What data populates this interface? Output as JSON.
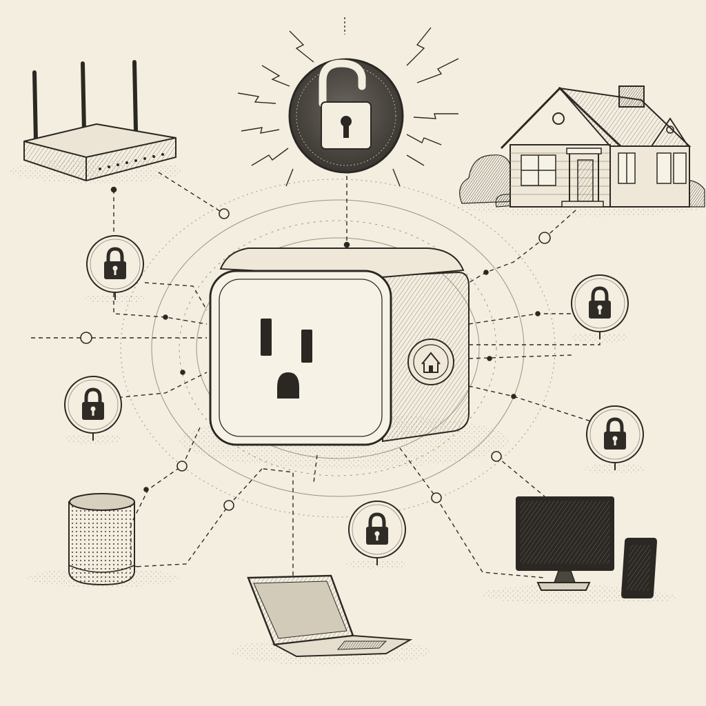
{
  "colors": {
    "paper": "#f4eee0",
    "ink": "#2b2823",
    "ink_mid": "#5a544b",
    "ink_light": "#8d877c",
    "shadow": "#cfc6b2",
    "lock_fill": "#2f2c28",
    "unlocked_disc": "#4a4640",
    "device_face": "#f7f2e6"
  },
  "nodes": {
    "hub": {
      "name": "smart-plug",
      "icon": "home-icon"
    },
    "unlocked": {
      "name": "unlocked-padlock",
      "icon": "open-lock-icon",
      "state": "compromised"
    },
    "devices": [
      {
        "name": "wifi-router",
        "icon": "router-icon"
      },
      {
        "name": "house",
        "icon": "house-icon"
      },
      {
        "name": "smart-speaker",
        "icon": "speaker-icon"
      },
      {
        "name": "laptop",
        "icon": "laptop-icon"
      },
      {
        "name": "desktop-monitor",
        "icon": "monitor-icon"
      },
      {
        "name": "smartphone",
        "icon": "phone-icon"
      }
    ],
    "locks": [
      {
        "name": "lock-left-upper",
        "icon": "lock-icon",
        "state": "locked"
      },
      {
        "name": "lock-left-lower",
        "icon": "lock-icon",
        "state": "locked"
      },
      {
        "name": "lock-right-upper",
        "icon": "lock-icon",
        "state": "locked"
      },
      {
        "name": "lock-right-lower",
        "icon": "lock-icon",
        "state": "locked"
      },
      {
        "name": "lock-bottom-center",
        "icon": "lock-icon",
        "state": "locked"
      }
    ]
  }
}
